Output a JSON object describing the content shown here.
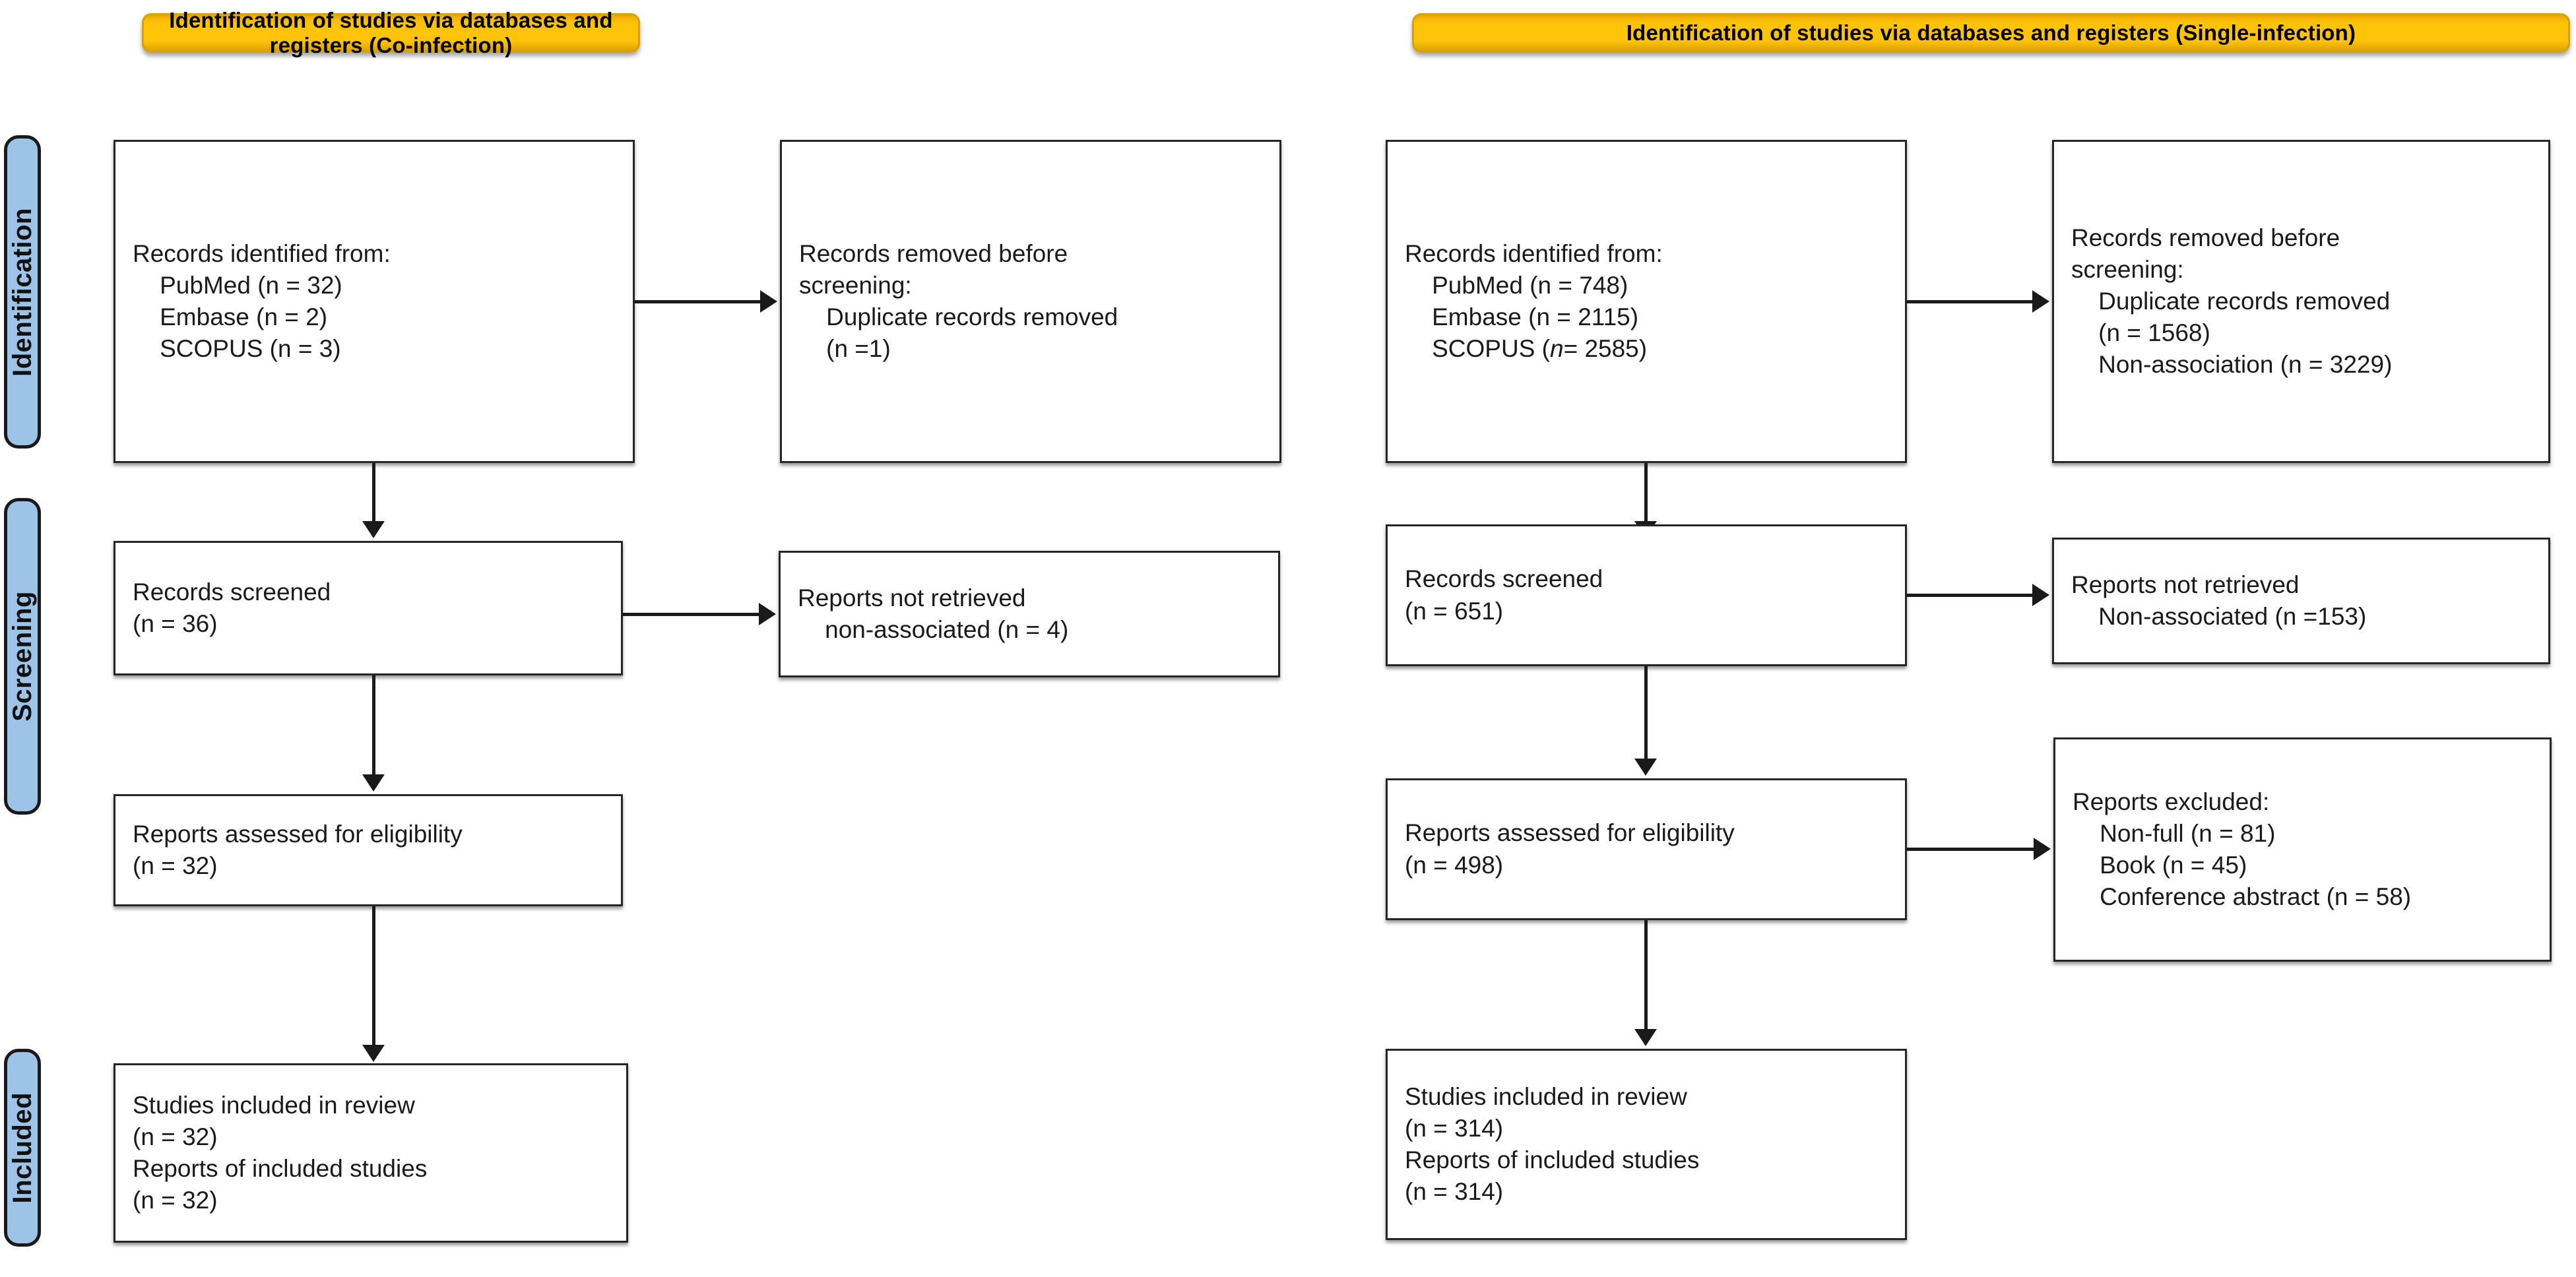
{
  "diagram": {
    "type": "PRISMA 2020 flow diagram",
    "panels": [
      {
        "id": "co-infection",
        "banner": "Identification of studies via databases and registers (Co-infection)",
        "boxes": {
          "identified": "Records identified from:\n    PubMed (n = 32)\n    Embase (n = 2)\n    SCOPUS (n = 3)",
          "removed": "Records removed before\nscreening:\n    Duplicate records removed\n    (n =1)",
          "screened": "Records screened\n(n = 36)",
          "not_retrieved": "Reports not retrieved\n    non-associated (n = 4)",
          "eligibility": "Reports assessed for eligibility\n(n = 32)",
          "included": "Studies included in review\n(n = 32)\nReports of included studies\n(n = 32)"
        }
      },
      {
        "id": "single-infection",
        "banner": "Identification of studies via databases and registers (Single-infection)",
        "boxes": {
          "identified": "Records identified from:\n    PubMed (n = 748)\n    Embase (n = 2115)\n    SCOPUS (n= 2585)",
          "removed": "Records removed before\nscreening:\n    Duplicate records removed\n    (n = 1568)\n    Non-association (n = 3229)",
          "screened": "Records screened\n(n = 651)",
          "not_retrieved": "Reports not retrieved\n    Non-associated (n =153)",
          "eligibility": "Reports assessed for eligibility\n(n = 498)",
          "excluded": "Reports excluded:\n    Non-full (n = 81)\n    Book (n = 45)\n    Conference abstract (n = 58)",
          "included": "Studies included in review\n(n = 314)\nReports of included studies\n(n = 314)"
        }
      }
    ],
    "stage_labels": [
      {
        "id": "identification",
        "label": "Identification"
      },
      {
        "id": "screening",
        "label": "Screening"
      },
      {
        "id": "included",
        "label": "Included"
      }
    ],
    "colors": {
      "banner_fill": "#ffc40a",
      "stage_label_fill": "#9dc3e6",
      "box_border": "#262626",
      "text": "#1a1a1a"
    }
  }
}
